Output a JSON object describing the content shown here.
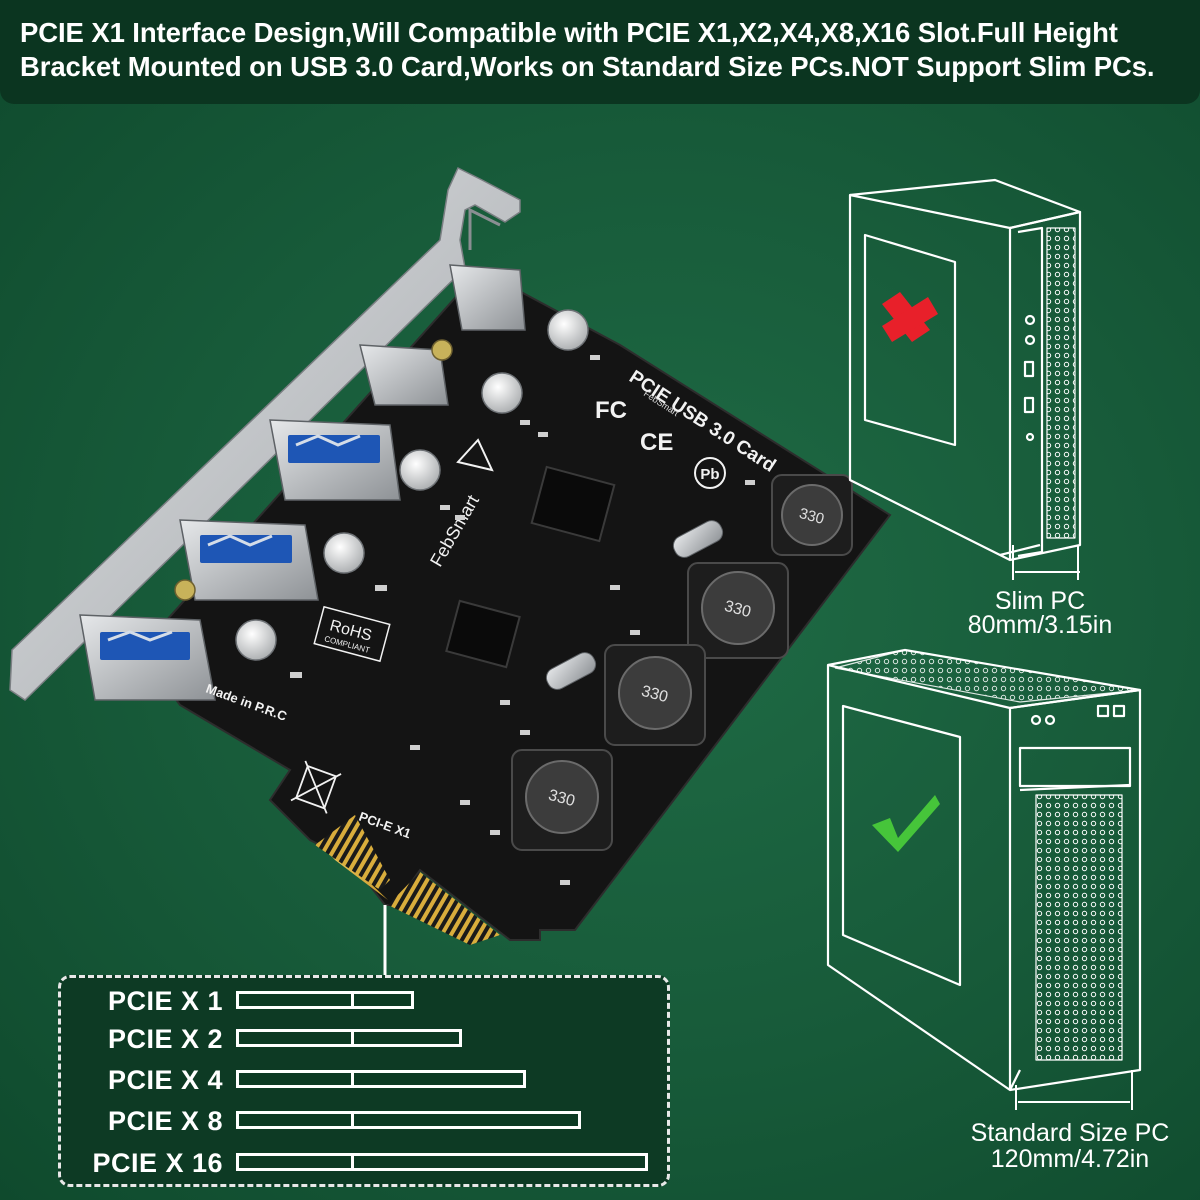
{
  "header": {
    "line1": "PCIE X1 Interface Design,Will Compatible with PCIE X1,X2,X4,X8,X16 Slot.Full Height",
    "line2": "Bracket Mounted on USB 3.0 Card,Works on Standard Size PCs.NOT Support Slim PCs."
  },
  "card": {
    "board_title": "PCIE USB 3.0 Card",
    "brand": "FebSmart",
    "rohs_line1": "RoHS",
    "rohs_line2": "COMPLIANT",
    "origin": "Made in P.R.C",
    "interface": "PCI-E X1",
    "inductor_code": "330",
    "cert_fc": "FC",
    "cert_ce": "CE",
    "cert_pb": "Pb"
  },
  "slim_pc": {
    "label": "Slim PC",
    "size": "80mm/3.15in",
    "status": "not supported"
  },
  "standard_pc": {
    "label": "Standard Size PC",
    "size": "120mm/4.72in",
    "status": "supported"
  },
  "slots": {
    "items": [
      {
        "label": "PCIE X 1",
        "lanes": 1
      },
      {
        "label": "PCIE X 2",
        "lanes": 2
      },
      {
        "label": "PCIE X 4",
        "lanes": 4
      },
      {
        "label": "PCIE X 8",
        "lanes": 8
      },
      {
        "label": "PCIE X 16",
        "lanes": 16
      }
    ]
  },
  "colors": {
    "background": "#175a39",
    "banner": "#0b3520",
    "pcb": "#141414",
    "bracket": "#b9bcc0",
    "reject": "#e8202a",
    "accept": "#46c53a",
    "line_art": "#ffffff"
  }
}
